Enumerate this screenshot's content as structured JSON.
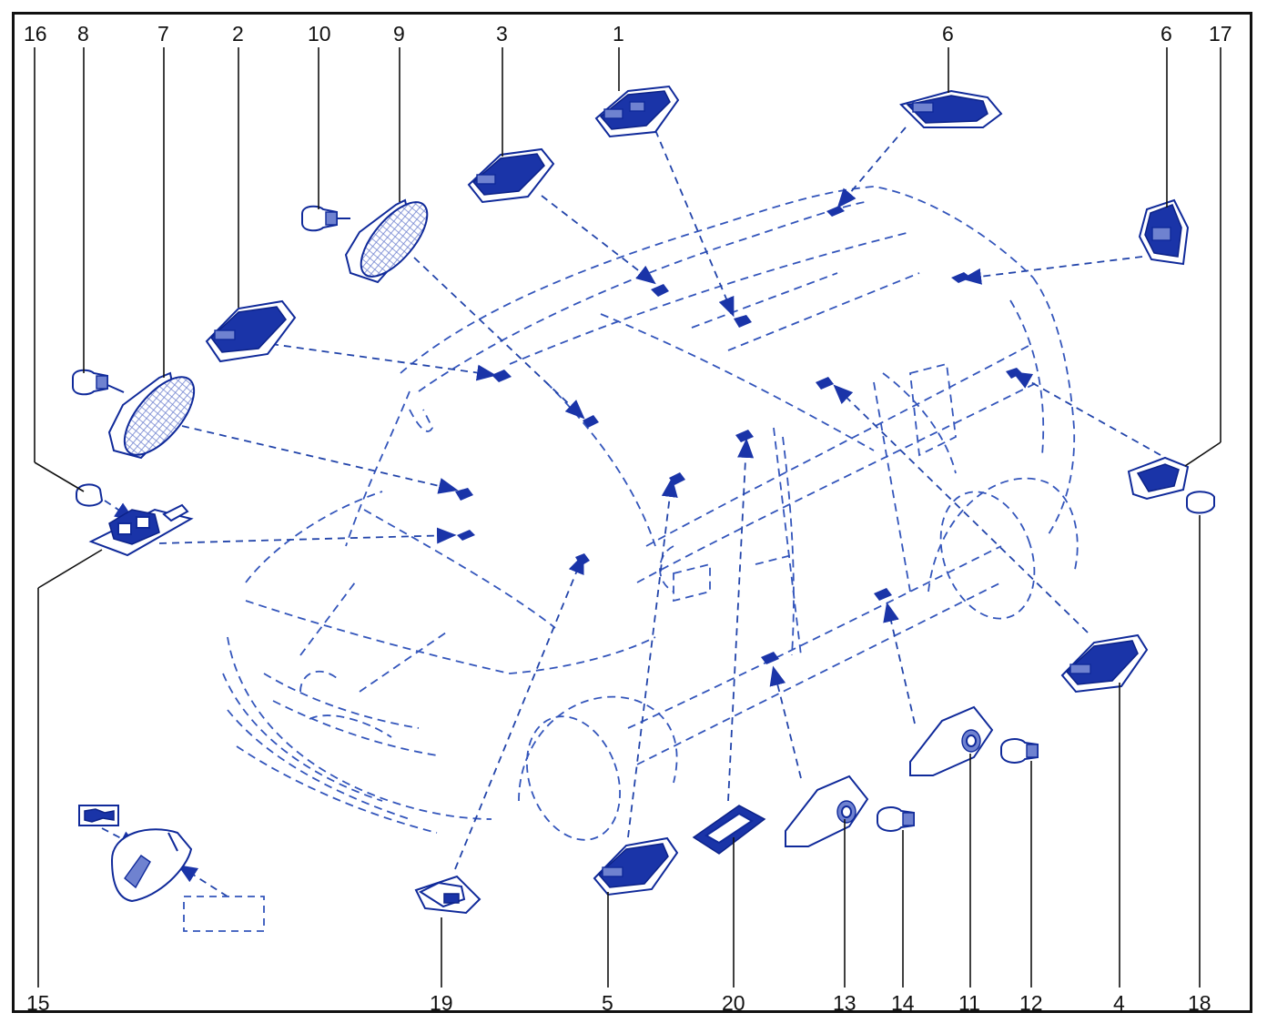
{
  "diagram": {
    "callouts_top": [
      "16",
      "8",
      "7",
      "2",
      "10",
      "9",
      "3",
      "1",
      "6",
      "6",
      "17"
    ],
    "callouts_bottom": [
      "15",
      "19",
      "5",
      "20",
      "13",
      "14",
      "11",
      "12",
      "4",
      "18"
    ],
    "colors": {
      "parts": "#102a9a",
      "car_outline": "#3355bb",
      "leaders": "#111111",
      "frame": "#111111"
    },
    "icons": {
      "courtesy_lamp": "courtesy-lamp-icon",
      "lens_lamp": "lens-lamp-icon",
      "bulb": "bulb-icon",
      "plate": "plate-lamp-icon",
      "gasket": "gasket-icon",
      "car": "car-outline-icon"
    }
  }
}
